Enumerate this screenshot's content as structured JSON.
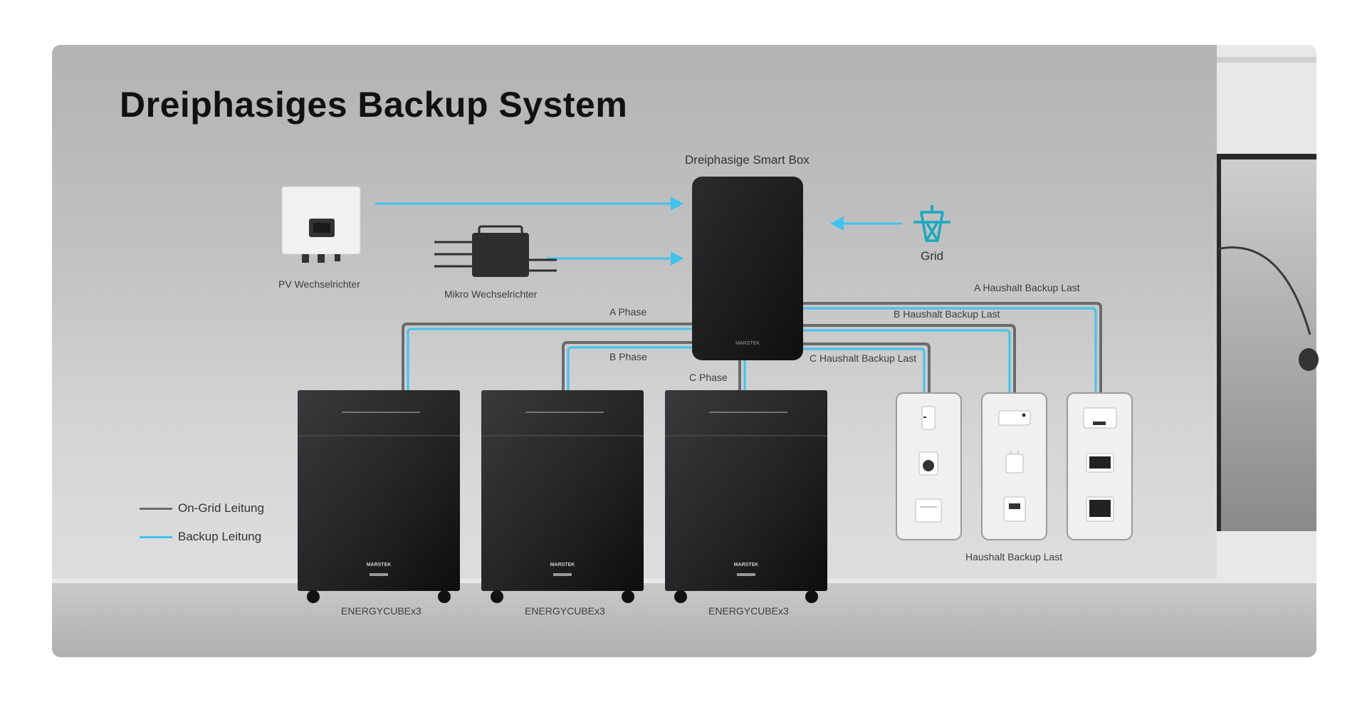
{
  "title": "Dreiphasiges Backup System",
  "labels": {
    "smart_box": "Dreiphasige Smart Box",
    "pv_inverter": "PV Wechselrichter",
    "micro_inverter": "Mikro Wechselrichter",
    "grid": "Grid",
    "a_phase": "A Phase",
    "b_phase": "B Phase",
    "c_phase": "C Phase",
    "a_load": "A Haushalt Backup Last",
    "b_load": "B Haushalt Backup Last",
    "c_load": "C Haushalt Backup Last",
    "household_loads": "Haushalt Backup Last",
    "battery_1": "ENERGYCUBEx3",
    "battery_2": "ENERGYCUBEx3",
    "battery_3": "ENERGYCUBEx3",
    "brand": "MARSTEK"
  },
  "legend": {
    "on_grid": "On-Grid Leitung",
    "backup": "Backup Leitung"
  },
  "colors": {
    "on_grid_line": "#6b6b6b",
    "backup_line": "#3fc3ee",
    "grid_icon": "#16a9bf",
    "device_dark": "#1c1c1e"
  },
  "icons": [
    "pylon-icon",
    "fridge-icon",
    "washer-icon",
    "oven-icon",
    "air-conditioner-icon",
    "sweeper-icon",
    "printer-icon",
    "router-icon",
    "monitor-icon",
    "tv-icon"
  ]
}
